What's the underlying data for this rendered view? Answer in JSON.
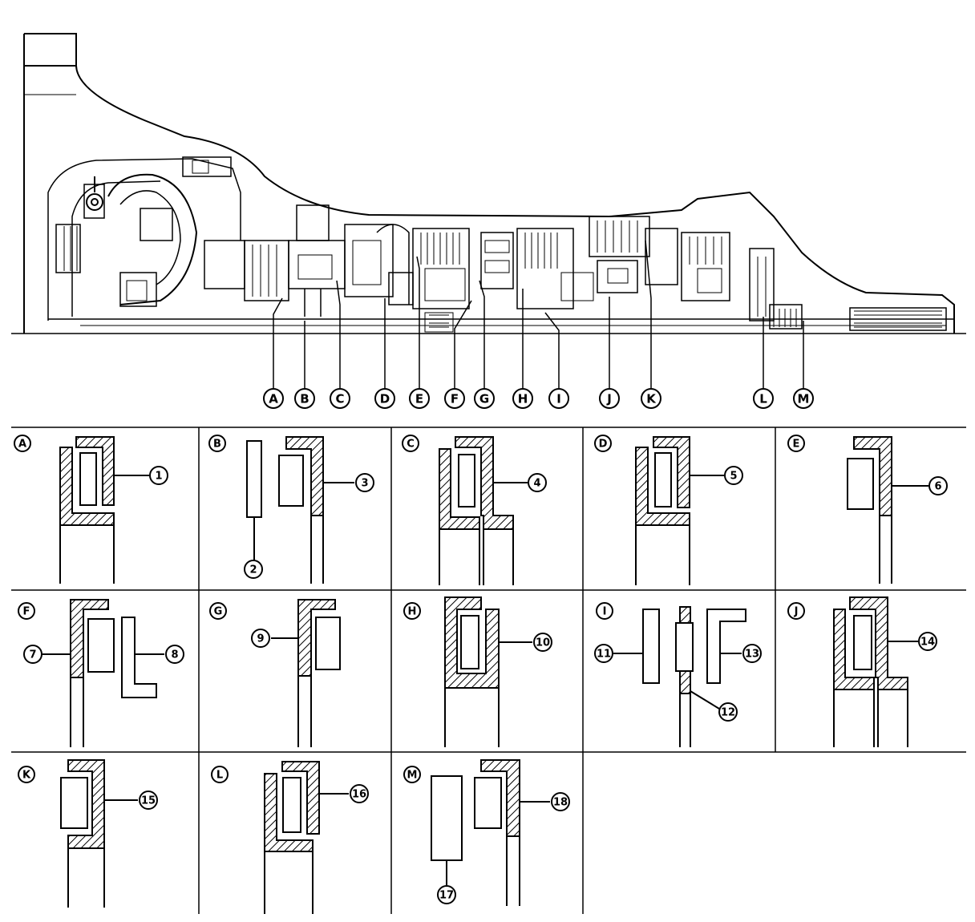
{
  "main_labels": [
    "A",
    "B",
    "C",
    "D",
    "E",
    "F",
    "G",
    "H",
    "I",
    "J",
    "K",
    "L",
    "M"
  ],
  "panels": [
    {
      "id": "A",
      "callouts": [
        "1"
      ]
    },
    {
      "id": "B",
      "callouts": [
        "2",
        "3"
      ]
    },
    {
      "id": "C",
      "callouts": [
        "4"
      ]
    },
    {
      "id": "D",
      "callouts": [
        "5"
      ]
    },
    {
      "id": "E",
      "callouts": [
        "6"
      ]
    },
    {
      "id": "F",
      "callouts": [
        "7",
        "8"
      ]
    },
    {
      "id": "G",
      "callouts": [
        "9"
      ]
    },
    {
      "id": "H",
      "callouts": [
        "10"
      ]
    },
    {
      "id": "I",
      "callouts": [
        "11",
        "12",
        "13"
      ]
    },
    {
      "id": "J",
      "callouts": [
        "14"
      ]
    },
    {
      "id": "K",
      "callouts": [
        "15"
      ]
    },
    {
      "id": "L",
      "callouts": [
        "16"
      ]
    },
    {
      "id": "M",
      "callouts": [
        "17",
        "18"
      ]
    }
  ]
}
